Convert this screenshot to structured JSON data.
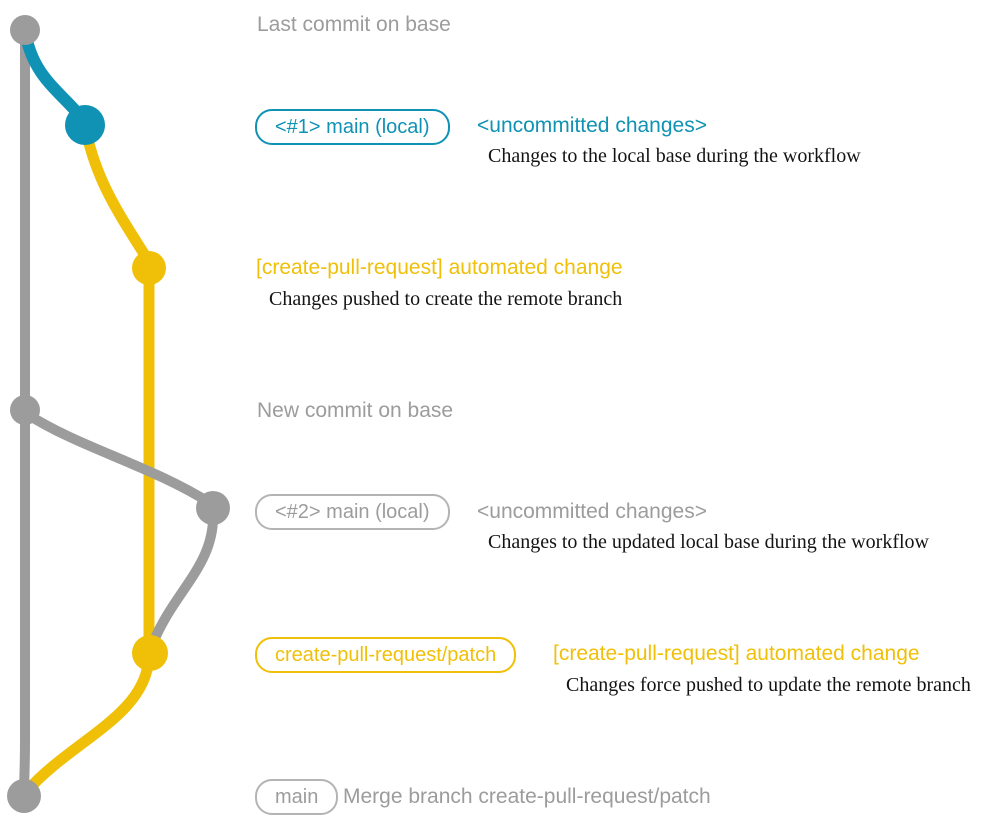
{
  "colors": {
    "teal": "#0f92b4",
    "yellow": "#f0c008",
    "gray": "#9c9c9c",
    "gray_border": "#b4b4b4",
    "text_dark": "#141414"
  },
  "graph": {
    "base_branch": "base (main)",
    "feature_branch": "create-pull-request/patch",
    "commit_nodes": [
      {
        "name": "last-commit-on-base",
        "color": "gray"
      },
      {
        "name": "local-uncommitted-1",
        "color": "teal"
      },
      {
        "name": "pushed-automated-change-1",
        "color": "yellow"
      },
      {
        "name": "new-commit-on-base",
        "color": "gray"
      },
      {
        "name": "local-uncommitted-2",
        "color": "gray"
      },
      {
        "name": "force-pushed-automated-change",
        "color": "yellow"
      },
      {
        "name": "merge-commit",
        "color": "gray"
      }
    ]
  },
  "rows": {
    "last_commit": {
      "label": "Last commit on base"
    },
    "commit1": {
      "badge": "<#1> main (local)",
      "title": "<uncommitted changes>",
      "desc": "Changes to the local base during the workflow"
    },
    "push1": {
      "title": "[create-pull-request] automated change",
      "desc": "Changes pushed to create the remote branch"
    },
    "new_commit": {
      "label": "New commit on base"
    },
    "commit2": {
      "badge": "<#2> main (local)",
      "title": "<uncommitted changes>",
      "desc": "Changes to the updated local base during the workflow"
    },
    "push2": {
      "badge": "create-pull-request/patch",
      "title": "[create-pull-request] automated change",
      "desc": "Changes force pushed to update the remote branch"
    },
    "merge": {
      "badge": "main",
      "title": "Merge branch create-pull-request/patch"
    }
  }
}
